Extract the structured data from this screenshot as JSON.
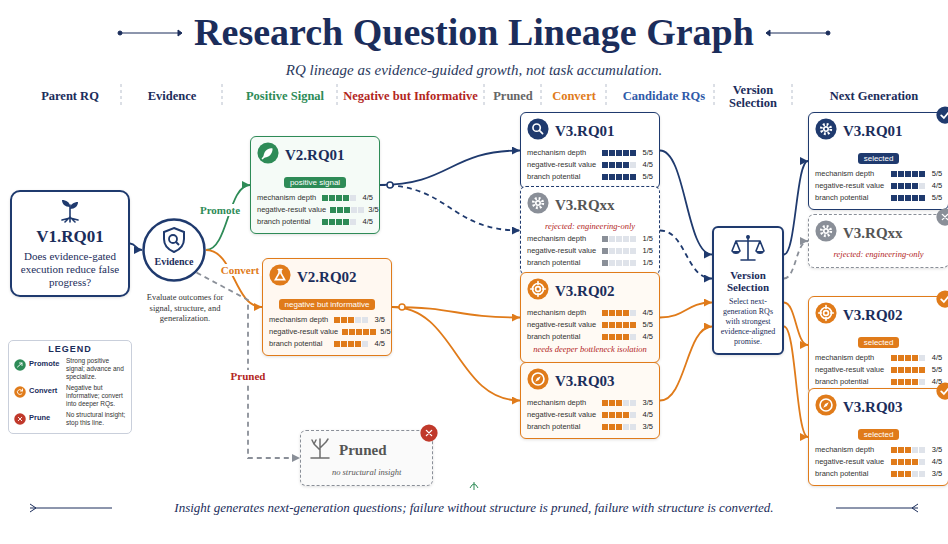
{
  "diagram": {
    "title": "Research Question Lineage Graph",
    "caption": "Insight generates next-generation questions; failure without structure is pruned, failure with structure is converted.",
    "nodes": [
      {
        "text": [
          "V1.RQ01",
          "Does evidence-gated execution reduce false progress?"
        ]
      },
      {
        "text": [
          "Evidence"
        ]
      },
      {
        "text": [
          "V2.RQ01",
          "positive signal",
          "mechanism depth",
          "4/5",
          "negative-result value",
          "3/5",
          "branch potential",
          "4/5"
        ]
      },
      {
        "text": [
          "V2.RQ02",
          "negative but informative",
          "mechanism depth",
          "3/5",
          "negative-result value",
          "5/5",
          "branch potential",
          "4/5"
        ]
      },
      {
        "text": [
          "Pruned",
          "no structural insight"
        ]
      },
      {
        "text": [
          "V3.RQ01",
          "mechanism depth",
          "5/5",
          "negative-result value",
          "4/5",
          "branch potential",
          "5/5"
        ]
      },
      {
        "text": [
          "V3.RQxx",
          "rejected: engineering-only",
          "mechanism depth",
          "1/5",
          "negative-result value",
          "1/5",
          "branch potential",
          "1/5"
        ]
      },
      {
        "text": [
          "V3.RQ02",
          "mechanism depth",
          "4/5",
          "negative-result value",
          "5/5",
          "branch potential",
          "4/5",
          "needs deeper bottleneck isolation"
        ]
      },
      {
        "text": [
          "V3.RQ03",
          "mechanism depth",
          "3/5",
          "negative-result value",
          "4/5",
          "branch potential",
          "3/5"
        ]
      },
      {
        "text": [
          "Version Selection",
          "Select next-generation RQs with strongest evidence-aligned promise."
        ]
      },
      {
        "text": [
          "V3.RQ01",
          "selected",
          "mechanism depth",
          "5/5",
          "negative-result value",
          "4/5",
          "branch potential",
          "5/5"
        ]
      },
      {
        "text": [
          "V3.RQxx",
          "rejected: engineering-only"
        ]
      },
      {
        "text": [
          "V3.RQ02",
          "selected",
          "mechanism depth",
          "4/5",
          "negative-result value",
          "5/5",
          "branch potential",
          "4/5"
        ]
      },
      {
        "text": [
          "V3.RQ03",
          "selected",
          "mechanism depth",
          "3/5",
          "negative-result value",
          "4/5",
          "branch potential",
          "3/5"
        ]
      }
    ],
    "edges": [
      {
        "from": 0,
        "to": 1,
        "arrow": "to"
      },
      {
        "from": 1,
        "to": 2,
        "label": "Promote",
        "arrow": "to"
      },
      {
        "from": 1,
        "to": 3,
        "label": "Convert",
        "arrow": "to"
      },
      {
        "from": 1,
        "to": 4,
        "label": "Pruned",
        "arrow": "to"
      },
      {
        "from": 2,
        "to": 5,
        "arrow": "to"
      },
      {
        "from": 2,
        "to": 6,
        "arrow": "to"
      },
      {
        "from": 3,
        "to": 7,
        "arrow": "to"
      },
      {
        "from": 3,
        "to": 8,
        "arrow": "to"
      },
      {
        "from": 5,
        "to": 9,
        "arrow": "to"
      },
      {
        "from": 6,
        "to": 9,
        "arrow": "to"
      },
      {
        "from": 7,
        "to": 9,
        "arrow": "to"
      },
      {
        "from": 8,
        "to": 9,
        "arrow": "to"
      },
      {
        "from": 9,
        "to": 10,
        "arrow": "to"
      },
      {
        "from": 9,
        "to": 11,
        "arrow": "to"
      },
      {
        "from": 9,
        "to": 12,
        "arrow": "to"
      },
      {
        "from": 9,
        "to": 13,
        "arrow": "to"
      }
    ],
    "labels": [
      "RQ lineage as evidence-guided growth, not task accumulation.",
      "Parent RQ",
      "Evidence",
      "Positive Signal",
      "Negative but Informative",
      "Pruned",
      "Convert",
      "Candidate RQs",
      "Version Selection",
      "Next Generation",
      "Evaluate outcomes for signal, structure, and generalization.",
      "LEGEND",
      "Strong positive signal; advance and specialize.",
      "Negative but informative; convert into deeper RQs.",
      "No structural insight; stop this line."
    ],
    "legend": [
      {
        "text": "Promote"
      },
      {
        "text": "Convert"
      },
      {
        "text": "Prune"
      }
    ]
  }
}
